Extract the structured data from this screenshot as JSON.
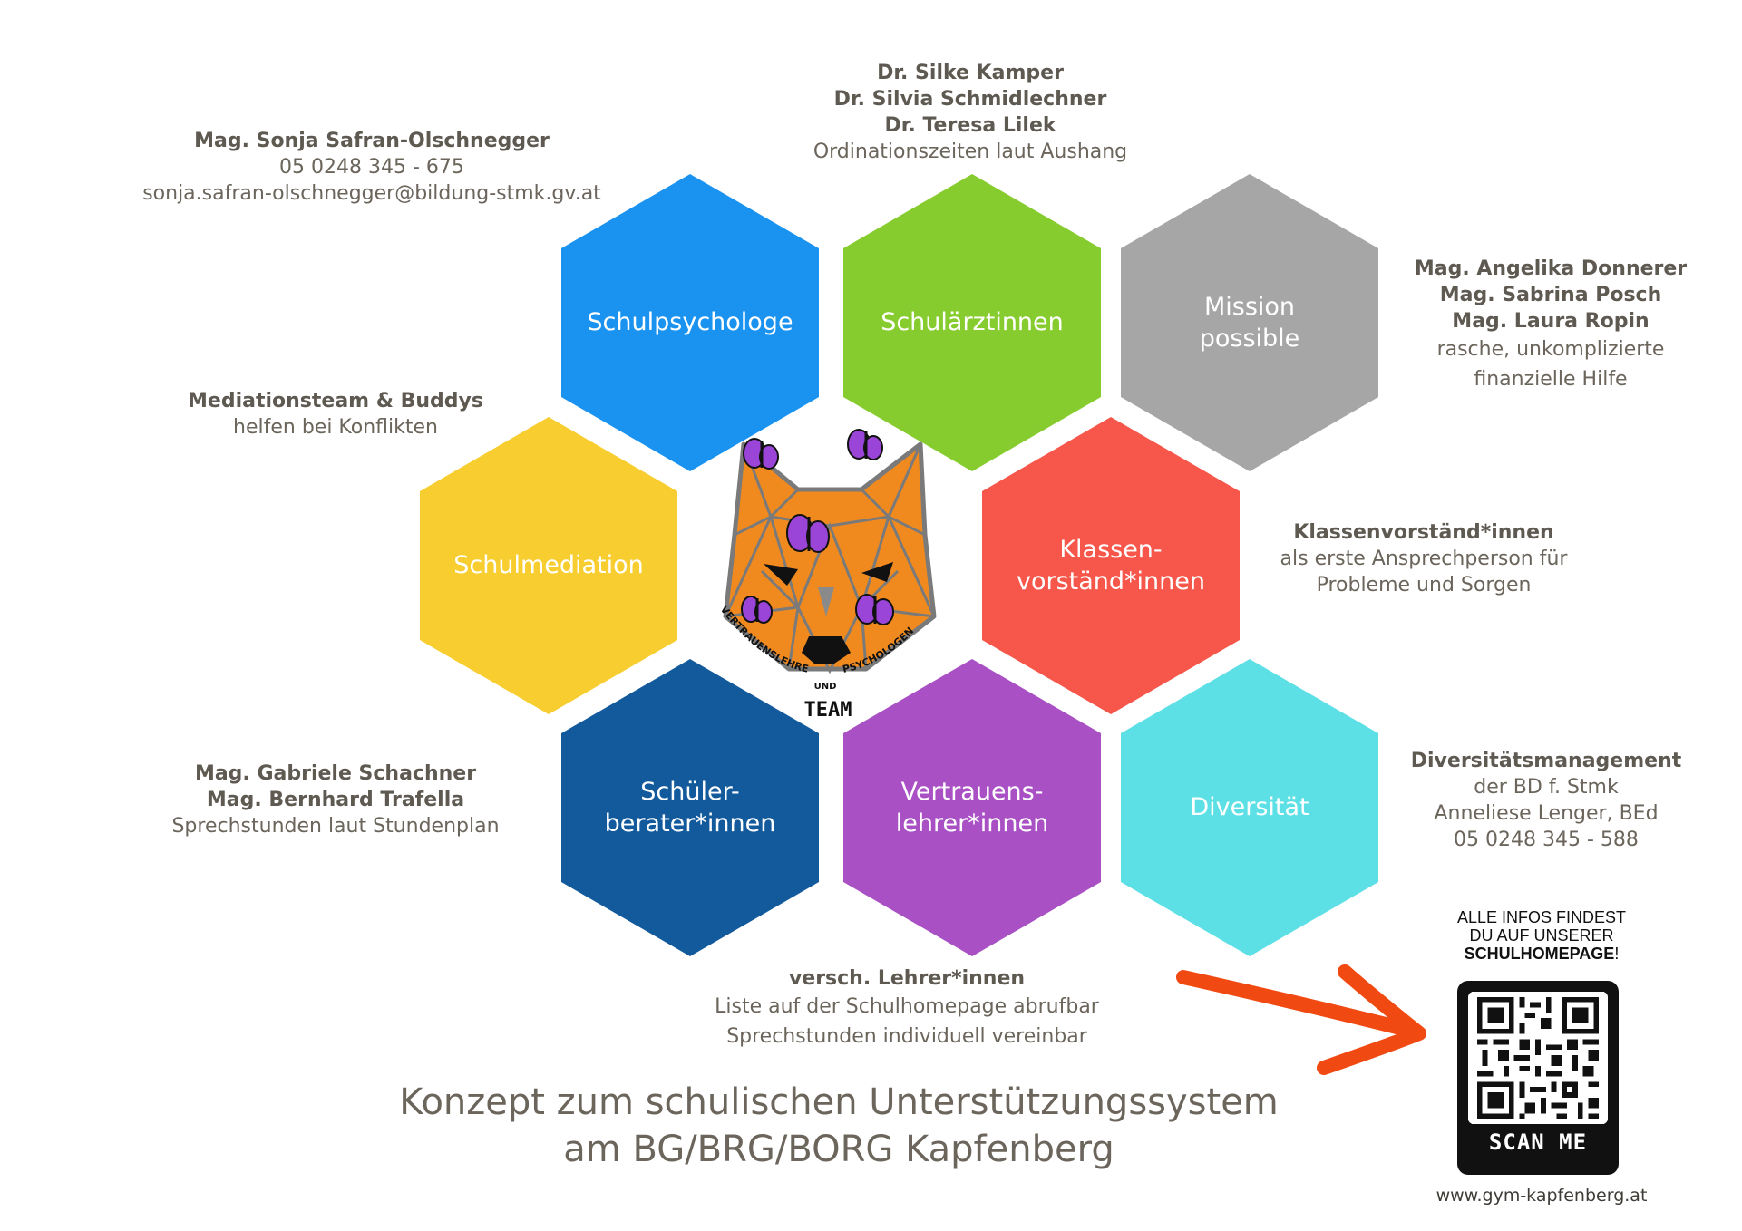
{
  "hexagons": {
    "schulpsychologe": {
      "label": "Schulpsychologe",
      "color": "#1a92f0"
    },
    "schulaerztinnen": {
      "label": "Schulärztinnen",
      "color": "#86cc2e"
    },
    "mission": {
      "label": "Mission\npossible",
      "color": "#a6a6a6"
    },
    "schulmediation": {
      "label": "Schulmediation",
      "color": "#f7cd2f"
    },
    "klassenvorstand": {
      "label": "Klassen-\nvorständ*innen",
      "color": "#f7564a"
    },
    "schuelerberater": {
      "label": "Schüler-\nberater*innen",
      "color": "#135a9d"
    },
    "vertrauenslehrer": {
      "label": "Vertrauens-\nlehrer*innen",
      "color": "#a850c4"
    },
    "diversitaet": {
      "label": "Diversität",
      "color": "#5ce0e6"
    }
  },
  "info": {
    "schulpsychologe": {
      "name": "Mag. Sonja Safran-Olschnegger",
      "phone": "05 0248 345 - 675",
      "email": "sonja.safran-olschnegger@bildung-stmk.gv.at"
    },
    "schulaerztinnen": {
      "names": [
        "Dr. Silke Kamper",
        "Dr. Silvia Schmidlechner",
        "Dr. Teresa Lilek"
      ],
      "note": "Ordinationszeiten laut Aushang"
    },
    "mission": {
      "names": [
        "Mag. Angelika Donnerer",
        "Mag. Sabrina Posch",
        "Mag. Laura Ropin"
      ],
      "note_1": "rasche, unkomplizierte",
      "note_2": "finanzielle Hilfe"
    },
    "mediation": {
      "name": "Mediationsteam & Buddys",
      "note": "helfen bei Konflikten"
    },
    "klassenvorstand": {
      "name": "Klassenvorständ*innen",
      "note_1": "als erste Ansprechperson für",
      "note_2": "Probleme und Sorgen"
    },
    "schuelerberater": {
      "names": [
        "Mag. Gabriele Schachner",
        "Mag. Bernhard Trafella"
      ],
      "note": "Sprechstunden laut Stundenplan"
    },
    "diversitaet": {
      "name": "Diversitätsmanagement",
      "lines": [
        "der BD f. Stmk",
        "Anneliese Lenger, BEd",
        "05 0248 345 - 588"
      ]
    },
    "vertrauenslehrer": {
      "name": "versch. Lehrer*innen",
      "note_1": "Liste auf der Schulhomepage abrufbar",
      "note_2": "Sprechstunden individuell vereinbar"
    }
  },
  "logo": {
    "arc_left": "VERTRAUENSLEHRER",
    "arc_mid": "UND",
    "arc_right": "PSYCHOLOGEN",
    "team": "TEAM",
    "color_orange": "#f08a1f",
    "color_butterfly": "#9a45d8"
  },
  "footer": {
    "line_1": "Konzept zum schulischen Unterstützungssystem",
    "line_2": "am BG/BRG/BORG Kapfenberg"
  },
  "qr": {
    "intro_1": "ALLE INFOS FINDEST",
    "intro_2": "DU AUF UNSERER",
    "intro_3_bold": "SCHULHOMEPAGE",
    "intro_3_end": "!",
    "scan_label": "SCAN ME",
    "website": "www.gym-kapfenberg.at",
    "arrow_color": "#f04a12"
  }
}
